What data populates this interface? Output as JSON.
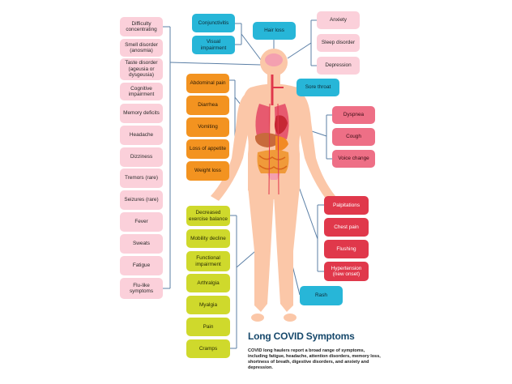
{
  "title": "Long COVID Symptoms",
  "caption": "COVID long haulers report a broad range of symptoms, including fatigue, headache, attention disorders, memory loss, shortness of breath, digestive disorders, and anxiety and depression.",
  "colors": {
    "pink": "#fbd0da",
    "cyan": "#27b6d8",
    "orange": "#f39320",
    "coral": "#ee6f86",
    "red": "#e0384b",
    "lime": "#cfd92c",
    "body": "#fbc7a8",
    "connector": "#5b7fa6"
  },
  "labels": {
    "difficulty_concentrating": "Difficulty concentrating",
    "smell_disorder": "Smell disorder (anosmia)",
    "taste_disorder": "Taste disorder (ageusia or dysgeusia)",
    "cognitive_impairment": "Cognitive impairment",
    "memory_deficits": "Memory deficits",
    "headache": "Headache",
    "dizziness": "Dizziness",
    "tremors": "Tremors (rare)",
    "seizures": "Seizures (rare)",
    "fever": "Fever",
    "sweats": "Sweats",
    "fatigue": "Fatigue",
    "flu_like": "Flu-like symptoms",
    "conjunctivitis": "Conjunctivitis",
    "visual_impairment": "Visual impairment",
    "hair_loss": "Hair loss",
    "anxiety": "Anxiety",
    "sleep_disorder": "Sleep disorder",
    "depression": "Depression",
    "sore_throat": "Sore throat",
    "abdominal_pain": "Abdominal pain",
    "diarrhea": "Diarrhea",
    "vomiting": "Vomiting",
    "loss_of_appetite": "Loss of appetite",
    "weight_loss": "Weight loss",
    "dyspnea": "Dyspnea",
    "cough": "Cough",
    "voice_change": "Voice change",
    "palpitations": "Palpitations",
    "chest_pain": "Chest pain",
    "flushing": "Flushing",
    "hypertension": "Hypertension (new onset)",
    "decreased_exercise": "Decreased exercise balance",
    "mobility_decline": "Mobility decline",
    "functional_impairment": "Functional impairment",
    "arthralgia": "Arthralgia",
    "myalgia": "Myalgia",
    "pain": "Pain",
    "cramps": "Cramps",
    "rash": "Rash"
  }
}
